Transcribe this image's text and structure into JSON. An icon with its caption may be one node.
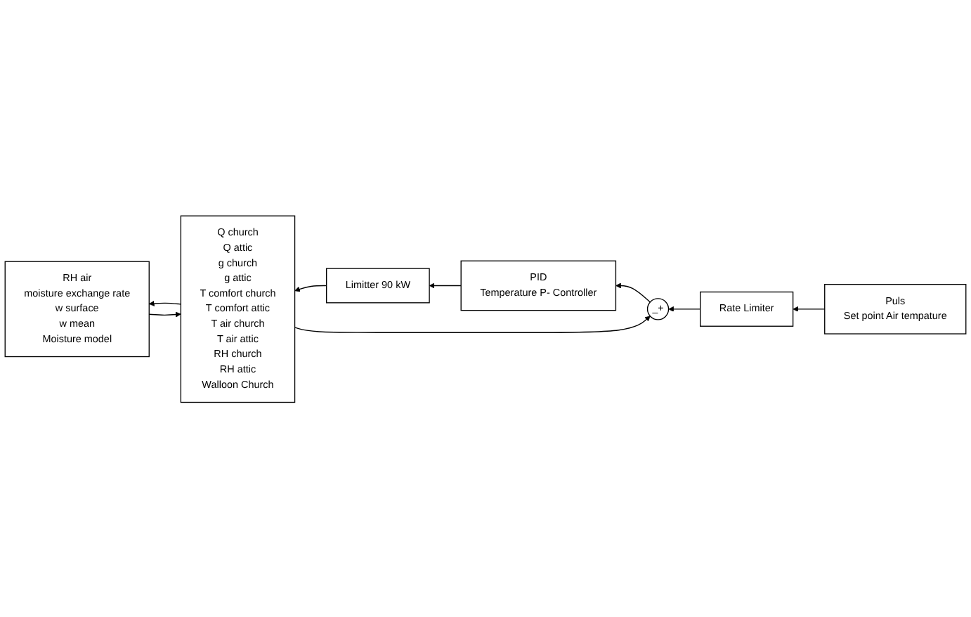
{
  "diagram": {
    "nodes": [
      {
        "text": [
          "Puls",
          "Set point Air tempature"
        ]
      },
      {
        "text": [
          "Rate Limiter"
        ]
      },
      {
        "text": [
          "_+"
        ]
      },
      {
        "text": [
          "PID",
          "Temperature P- Controller"
        ]
      },
      {
        "text": [
          "Limitter 90 kW"
        ]
      },
      {
        "text": [
          "Q church",
          "Q attic",
          "g church",
          "g attic",
          "T comfort church",
          "T comfort attic",
          "T air church",
          "T air attic",
          "RH church",
          "RH attic",
          "Walloon Church"
        ]
      },
      {
        "text": [
          "RH air",
          "moisture exchange rate",
          "w surface",
          "w mean",
          "Moisture model"
        ]
      }
    ],
    "edges": [
      {
        "from": 0,
        "to": 1,
        "arrow": "to"
      },
      {
        "from": 1,
        "to": 2,
        "arrow": "to"
      },
      {
        "from": 2,
        "to": 3,
        "arrow": "to"
      },
      {
        "from": 3,
        "to": 4,
        "arrow": "to"
      },
      {
        "from": 4,
        "to": 5,
        "arrow": "to"
      },
      {
        "from": 5,
        "to": 2,
        "arrow": "to"
      },
      {
        "from": 5,
        "to": 6,
        "arrow": "to"
      },
      {
        "from": 6,
        "to": 5,
        "arrow": "to"
      }
    ]
  }
}
